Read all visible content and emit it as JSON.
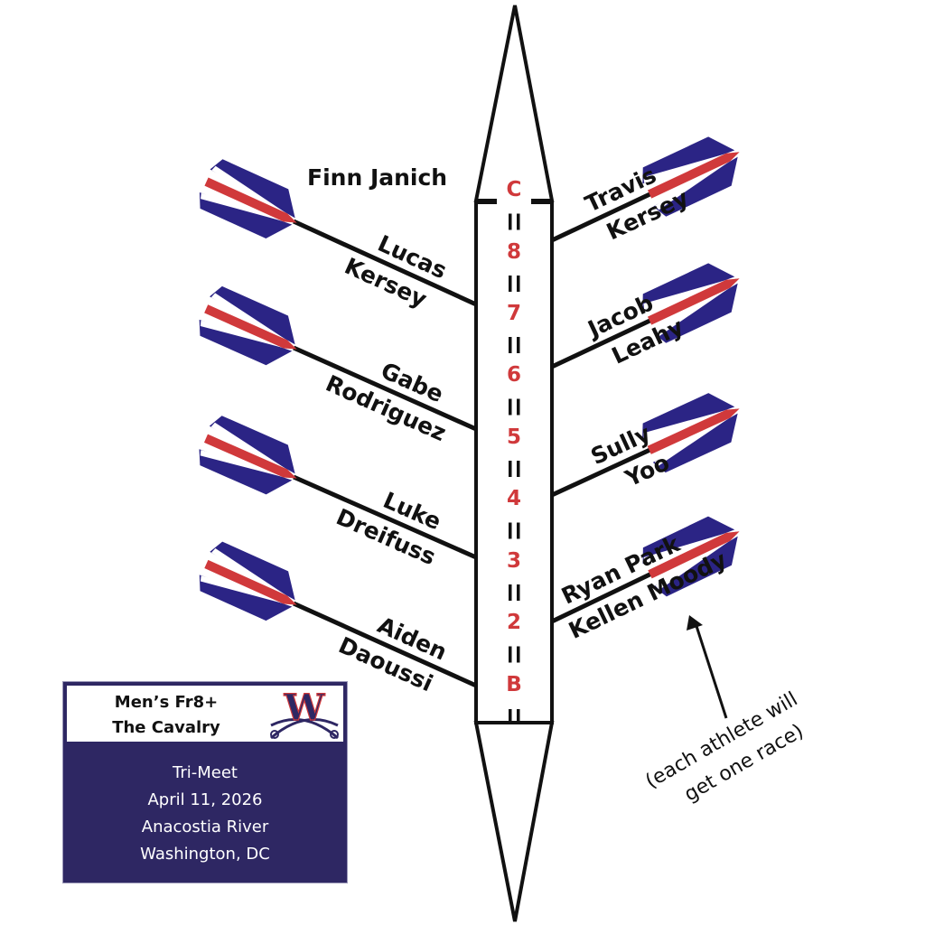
{
  "boat": {
    "coxswain": "Finn Janich",
    "seat_labels": [
      "C",
      "8",
      "7",
      "6",
      "5",
      "4",
      "3",
      "2",
      "B"
    ]
  },
  "port_side": [
    {
      "seat": "8",
      "names": [
        "Lucas",
        "Kersey"
      ]
    },
    {
      "seat": "6",
      "names": [
        "Gabe",
        "Rodriguez"
      ]
    },
    {
      "seat": "4",
      "names": [
        "Luke",
        "Dreifuss"
      ]
    },
    {
      "seat": "2",
      "names": [
        "Aiden",
        "Daoussi"
      ]
    }
  ],
  "starboard_side": [
    {
      "seat": "7",
      "names": [
        "Travis",
        "Kersey"
      ]
    },
    {
      "seat": "5",
      "names": [
        "Jacob",
        "Leahy"
      ]
    },
    {
      "seat": "3",
      "names": [
        "Sully",
        "Yoo"
      ]
    },
    {
      "seat": "Bow",
      "names": [
        "Ryan Park",
        "Kellen Moody"
      ]
    }
  ],
  "note": [
    "(each athlete will",
    "get one race)"
  ],
  "info": {
    "title_line1": "Men’s Fr8+",
    "title_line2": "The Cavalry",
    "logo_letter": "W",
    "lines": [
      "Tri-Meet",
      "April 11, 2026",
      "Anacostia River",
      "Washington, DC"
    ]
  },
  "colors": {
    "navy": "#2e2763",
    "red": "#d0393b",
    "blade_blue": "#2b2485",
    "ink": "#111111"
  }
}
